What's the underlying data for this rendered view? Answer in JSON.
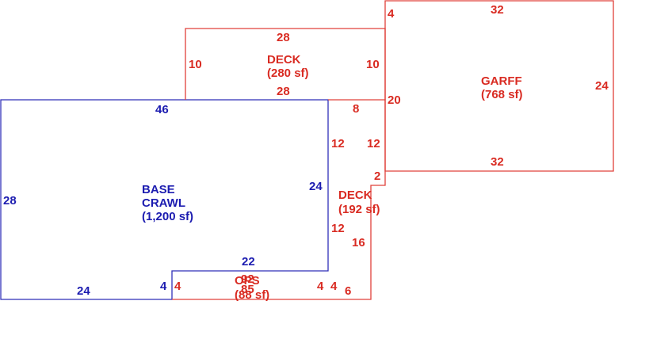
{
  "colors": {
    "base": "#2f2fb8",
    "addition": "#e0403a",
    "base_text": "#1c1cb0",
    "addition_text": "#d92b22"
  },
  "areas": {
    "base": {
      "line1": "BASE",
      "line2": "CRAWL",
      "area": "(1,200 sf)"
    },
    "deck_top": {
      "name": "DECK",
      "area": "(280 sf)"
    },
    "garff": {
      "name": "GARFF",
      "area": "(768 sf)"
    },
    "deck_right": {
      "name": "DECK",
      "area": "(192 sf)"
    },
    "ops": {
      "name_a": "OPS",
      "name_b": "92",
      "area_a": "(88 sf)",
      "area_b": "85"
    }
  },
  "dimensions": {
    "base_top": "46",
    "base_left": "28",
    "base_right": "24",
    "base_bottom": "24",
    "base_notch_step": "4",
    "base_notch_top": "22",
    "deck_top_top": "28",
    "deck_top_bottom": "28",
    "deck_top_left": "10",
    "deck_top_right": "10",
    "garff_top": "32",
    "garff_bottom": "32",
    "garff_right": "24",
    "garff_left_upper": "4",
    "garff_left_lower": "20",
    "deck_right_top": "8",
    "deck_right_inner_upper": "12",
    "deck_right_outer": "12",
    "deck_right_step": "2",
    "deck_right_inner_lower": "12",
    "deck_right_side": "16",
    "deck_right_bottom": "6",
    "deck_right_left_small": "4",
    "ops_left": "4",
    "ops_right": "4"
  }
}
